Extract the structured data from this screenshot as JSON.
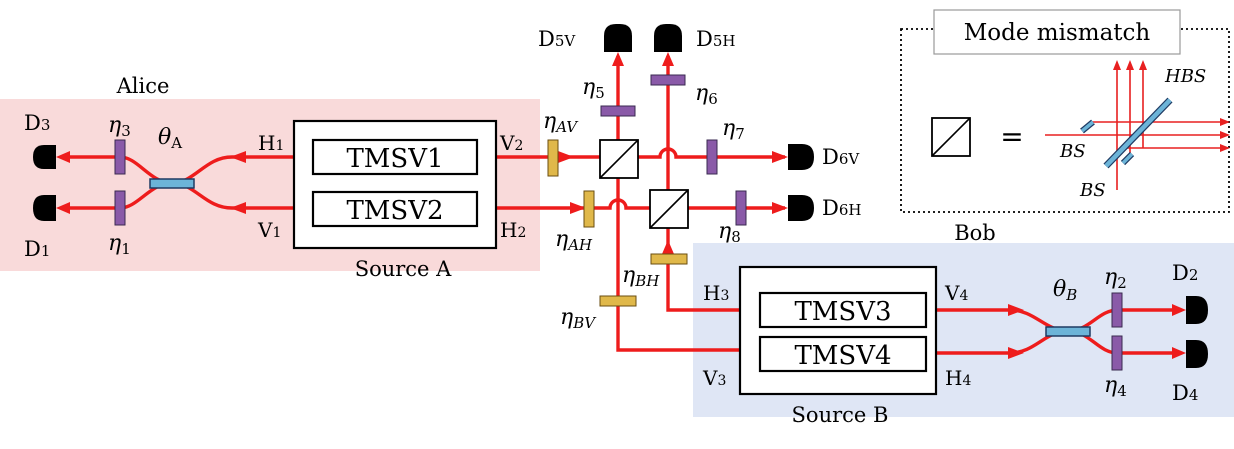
{
  "colors": {
    "beam": "#ee1c1c",
    "alice_bg": "#f9dada",
    "bob_bg": "#dfe6f5",
    "waveplate": "#8a5aa8",
    "attenuator": "#e0b84a",
    "beamsplitter": "#6cb4d8",
    "detector": "#000000"
  },
  "regions": {
    "alice": "Alice",
    "bob": "Bob"
  },
  "sources": {
    "a": {
      "name": "Source A",
      "tmsv_top": "TMSV1",
      "tmsv_bottom": "TMSV2"
    },
    "b": {
      "name": "Source B",
      "tmsv_top": "TMSV3",
      "tmsv_bottom": "TMSV4"
    }
  },
  "ports": {
    "h1": "H",
    "h1_sub": "1",
    "v1": "V",
    "v1_sub": "1",
    "v2": "V",
    "v2_sub": "2",
    "h2": "H",
    "h2_sub": "2",
    "h3": "H",
    "h3_sub": "3",
    "v3": "V",
    "v3_sub": "3",
    "v4": "V",
    "v4_sub": "4",
    "h4": "H",
    "h4_sub": "4"
  },
  "detectors": {
    "d1": "D",
    "d1_sub": "1",
    "d2": "D",
    "d2_sub": "2",
    "d3": "D",
    "d3_sub": "3",
    "d4": "D",
    "d4_sub": "4",
    "d5v": "D",
    "d5v_sub": "5V",
    "d5h": "D",
    "d5h_sub": "5H",
    "d6v": "D",
    "d6v_sub": "6V",
    "d6h": "D",
    "d6h_sub": "6H"
  },
  "efficiencies": {
    "eta": "η",
    "e1": "1",
    "e2": "2",
    "e3": "3",
    "e4": "4",
    "e5": "5",
    "e6": "6",
    "e7": "7",
    "e8": "8",
    "eav": "AV",
    "eah": "AH",
    "ebh": "BH",
    "ebv": "BV"
  },
  "angles": {
    "theta": "θ",
    "a": "A",
    "b": "B"
  },
  "inset": {
    "title": "Mode mismatch",
    "equals": "=",
    "hbs": "HBS",
    "bs_left": "BS",
    "bs_bottom": "BS"
  }
}
